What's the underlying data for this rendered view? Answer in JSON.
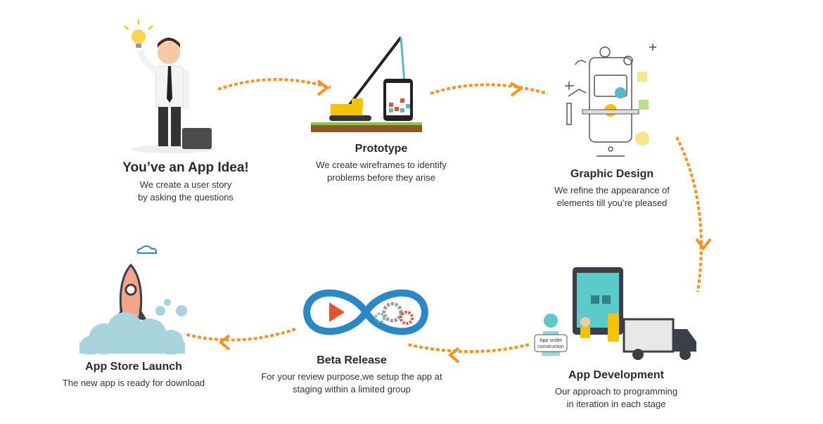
{
  "colors": {
    "arrow": "#f7941d",
    "text": "#2a2a2a",
    "teal": "#5bb8c4",
    "accent_red": "#e2522f"
  },
  "steps": [
    {
      "title": "You’ve an App Idea!",
      "desc": [
        "We create a user story",
        "by asking the questions"
      ],
      "icon": "businessman-lightbulb-icon"
    },
    {
      "title": "Prototype",
      "desc": [
        "We create wireframes to identify",
        "problems before they arise"
      ],
      "icon": "crane-phone-icon"
    },
    {
      "title": "Graphic Design",
      "desc": [
        "We refine the appearance of",
        "elements till you’re pleased"
      ],
      "icon": "phone-design-tools-icon"
    },
    {
      "title": "App Development",
      "desc": [
        "Our approach to programming",
        "in iteration in each stage"
      ],
      "icon": "tablet-truck-construction-icon",
      "sign": "App under construction"
    },
    {
      "title": "Beta Release",
      "desc": [
        "For your review purpose,we setup the app at",
        "staging within a limited group"
      ],
      "icon": "infinity-play-gears-icon"
    },
    {
      "title": "App Store Launch",
      "desc": [
        "The new app is ready for download"
      ],
      "icon": "rocket-launch-icon"
    }
  ]
}
